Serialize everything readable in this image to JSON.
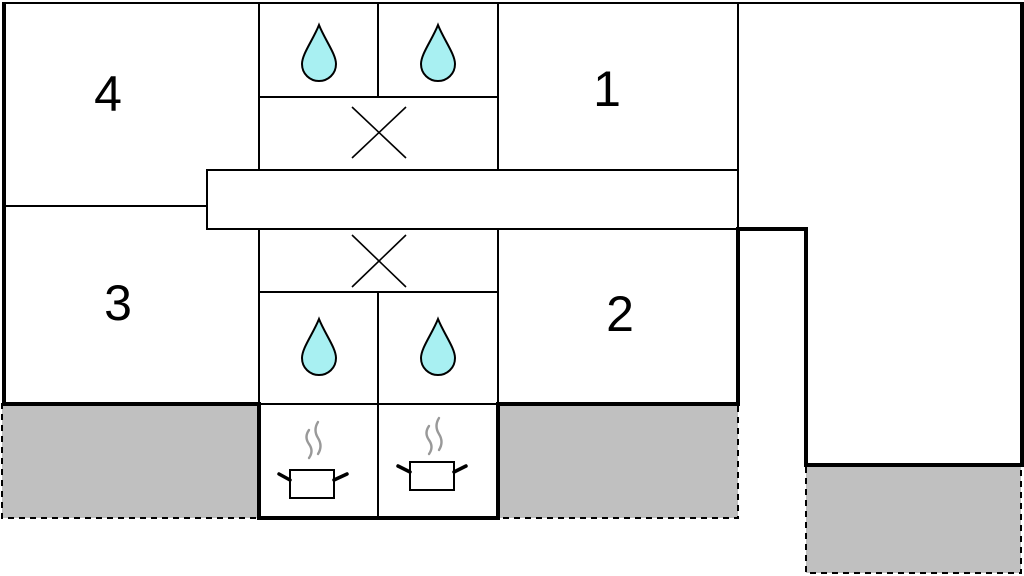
{
  "rooms": [
    {
      "id": "room-1",
      "number": "1"
    },
    {
      "id": "room-2",
      "number": "2"
    },
    {
      "id": "room-3",
      "number": "3"
    },
    {
      "id": "room-4",
      "number": "4"
    }
  ],
  "colors": {
    "terrace": "#c0c0c0",
    "water_drop": "#a8f0f2",
    "wall": "#000000",
    "floor": "#ffffff",
    "steam": "#999999"
  },
  "icons": {
    "bathroom": "water-drop-icon",
    "kitchen": "cooking-pot-icon",
    "storage": "cross-icon"
  }
}
